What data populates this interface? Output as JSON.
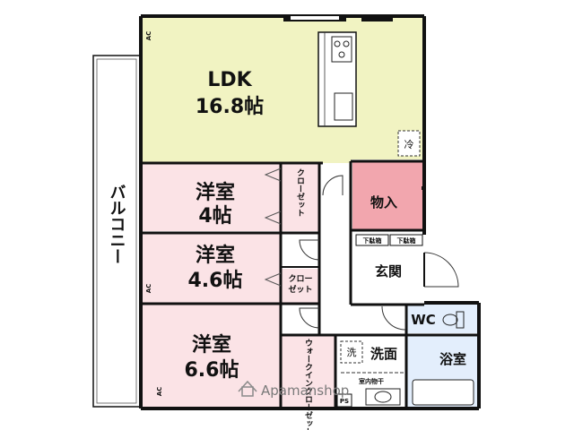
{
  "colors": {
    "ldk": "#f1f3c2",
    "bedroom": "#fbe3e6",
    "storage": "#fbe3e6",
    "mono": "#f2a6ae",
    "wet": "#e3eefc",
    "wall": "#111111",
    "balcony": "#ffffff"
  },
  "rooms": {
    "ldk_name": "LDK",
    "ldk_size": "16.8帖",
    "bed1_name": "洋室",
    "bed1_size": "4帖",
    "bed2_name": "洋室",
    "bed2_size": "4.6帖",
    "bed3_name": "洋室",
    "bed3_size": "6.6帖",
    "closet1": "クローゼット",
    "closet2_line1": "クロー",
    "closet2_line2": "ゼット",
    "walkin": "ウォークインクローゼット",
    "monoire": "物入",
    "genkan": "玄関",
    "wc": "WC",
    "senmen": "洗面",
    "yokushitsu": "浴室",
    "balcony": "バルコニー"
  },
  "labels": {
    "ac": "AC",
    "fridge": "冷",
    "washer": "洗",
    "shoe_box": "下駄箱",
    "drying": "室内物干",
    "ps": "PS"
  },
  "watermark": "Apamanshop",
  "icons": {
    "stove": "stove-icon",
    "sink": "sink-icon",
    "toilet": "toilet-icon",
    "bathtub": "bathtub-icon",
    "washbasin": "washbasin-icon",
    "watermark_logo": "house-logo-icon"
  }
}
